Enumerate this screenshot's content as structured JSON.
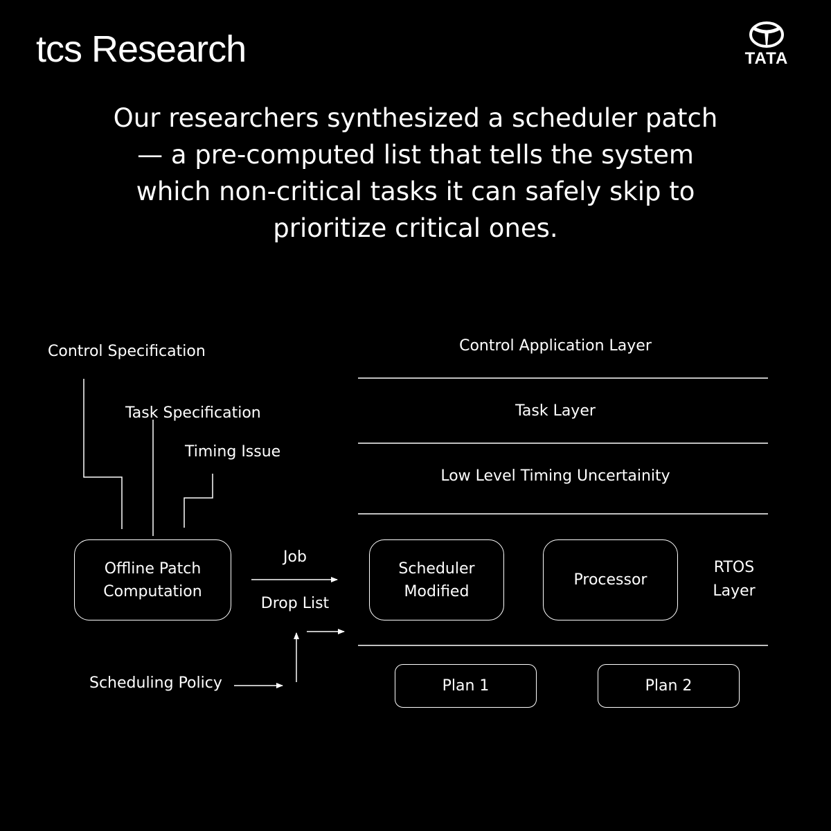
{
  "brand": {
    "logo_text": "tcs Research",
    "partner_logo_text": "TATA"
  },
  "headline": {
    "lines": [
      "Our researchers  synthesized a scheduler patch",
      "— a pre-computed list that tells the system",
      "which non-critical tasks it can safely skip to",
      "prioritize critical ones."
    ]
  },
  "diagram": {
    "inputs": {
      "control_specification": "Control Specification",
      "task_specification": "Task Specification",
      "timing_issue": "Timing Issue",
      "scheduling_policy": "Scheduling Policy"
    },
    "offline_box": {
      "line1": "Offline Patch",
      "line2": "Computation"
    },
    "arrow_labels": {
      "job": "Job",
      "drop_list": "Drop List"
    },
    "layers": {
      "control_application": "Control Application Layer",
      "task": "Task Layer",
      "low_level_timing": "Low Level Timing Uncertainity",
      "rtos_line1": "RTOS",
      "rtos_line2": "Layer"
    },
    "rtos_boxes": {
      "scheduler_line1": "Scheduler",
      "scheduler_line2": "Modified",
      "processor": "Processor"
    },
    "plans": {
      "plan1": "Plan 1",
      "plan2": "Plan 2"
    }
  }
}
